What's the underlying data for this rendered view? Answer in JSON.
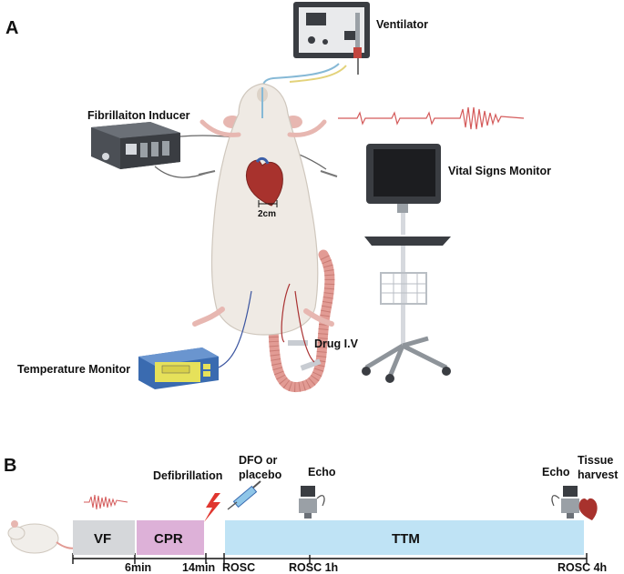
{
  "panel_a": {
    "letter": "A",
    "labels": {
      "ventilator": "Ventilator",
      "fibrillation_inducer": "Fibrillaiton Inducer",
      "vital_signs_monitor": "Vital Signs Monitor",
      "temperature_monitor": "Temperature Monitor",
      "drug_iv": "Drug I.V",
      "scale": "2cm"
    }
  },
  "panel_b": {
    "letter": "B",
    "phases": {
      "vf": "VF",
      "cpr": "CPR",
      "ttm": "TTM"
    },
    "events": {
      "defibrillation": "Defibrillation",
      "dfo_line1": "DFO or",
      "dfo_line2": "placebo",
      "echo_1": "Echo",
      "echo_2": "Echo",
      "tissue_line1": "Tissue",
      "tissue_line2": "harvest"
    },
    "ticks": {
      "t6": "6min",
      "t14": "14min",
      "rosc": "ROSC",
      "rosc1": "ROSC 1h",
      "rosc4": "ROSC 4h"
    }
  },
  "colors": {
    "vf": "#d5d7da",
    "cpr": "#ddb1d8",
    "ttm": "#bfe3f5",
    "rat_body": "#efeae4",
    "heart": "#a8322d",
    "ecg": "#d45a5a",
    "device": "#3a3d42"
  }
}
